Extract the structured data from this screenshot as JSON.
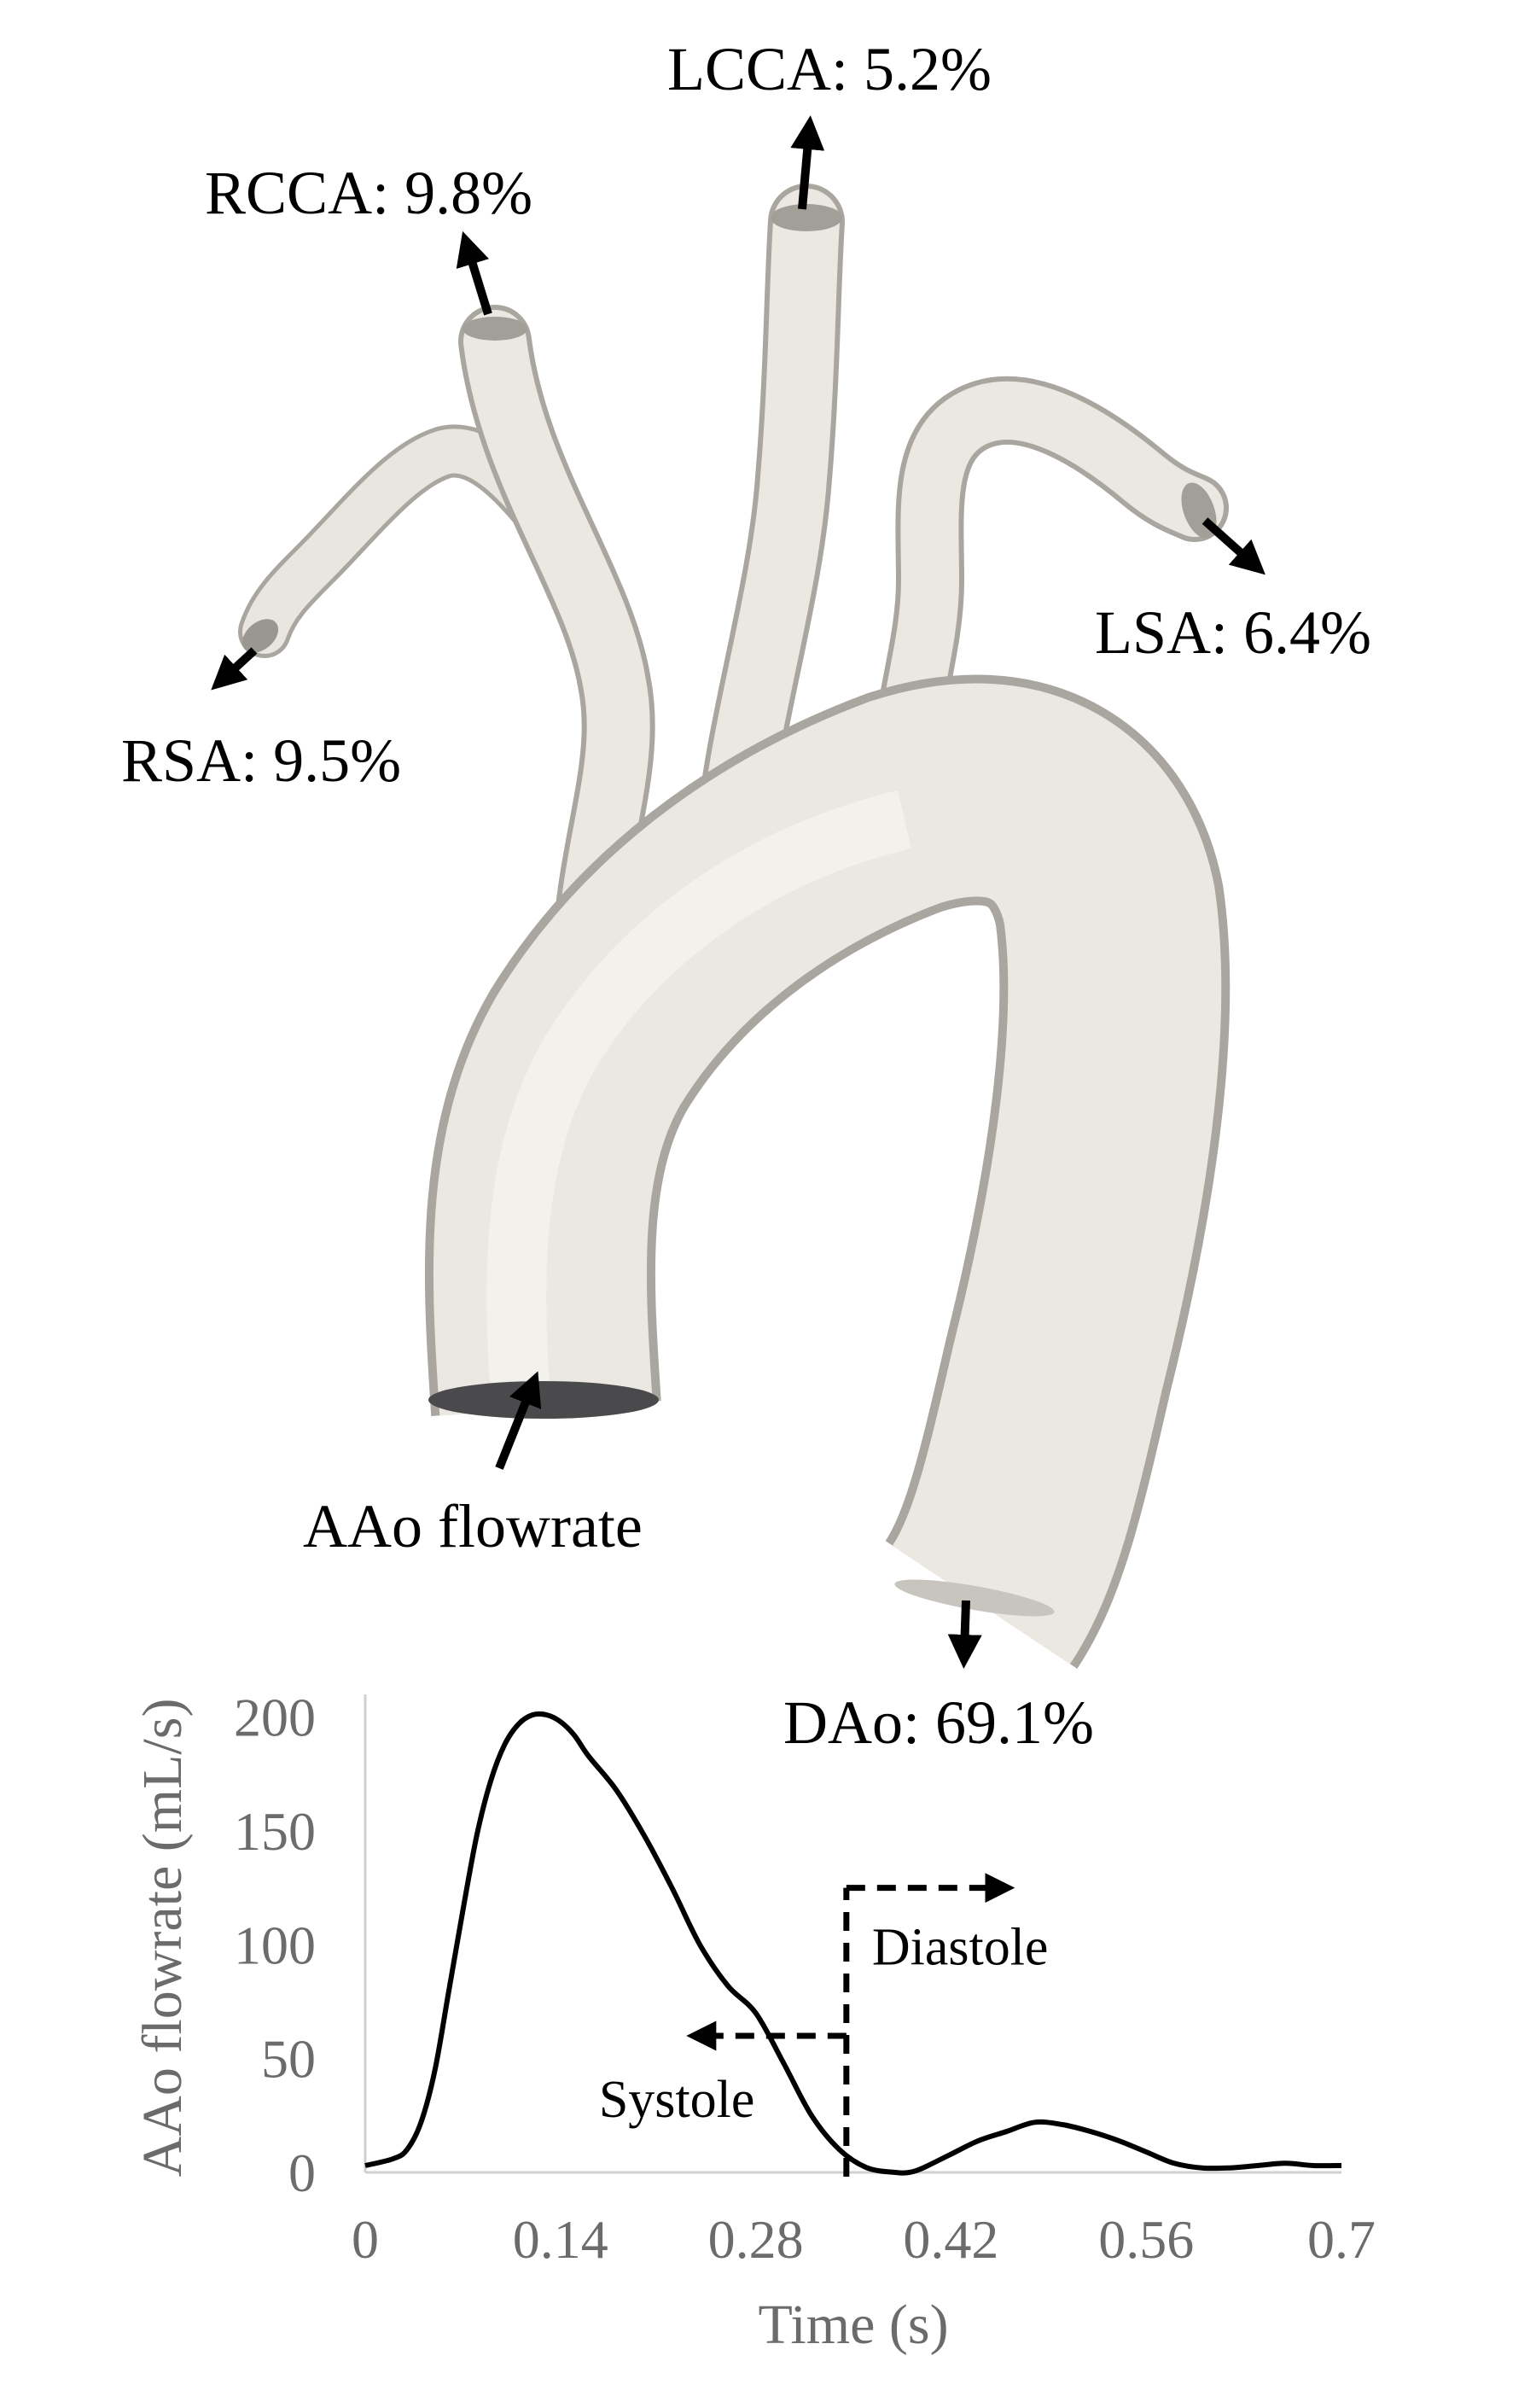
{
  "outlets": {
    "lcca": "LCCA: 5.2%",
    "rcca": "RCCA: 9.8%",
    "lsa": "LSA: 6.4%",
    "rsa": "RSA: 9.5%",
    "dao": "DAo: 69.1%",
    "inlet": "AAo flowrate"
  },
  "colors": {
    "vessel": "#ebe8e2",
    "vessel_shadow": "#a9a6a0",
    "ink": "#000000",
    "axis_text": "#6b6b6b"
  },
  "chart_data": {
    "type": "line",
    "xlabel": "Time (s)",
    "ylabel": "AAo flowrate (mL/s)",
    "xlim": [
      0,
      0.7
    ],
    "ylim": [
      0,
      210
    ],
    "x_ticks": [
      "0",
      "0.14",
      "0.28",
      "0.42",
      "0.56",
      "0.7"
    ],
    "y_ticks": [
      "0",
      "50",
      "100",
      "150",
      "200"
    ],
    "grid": false,
    "series": [
      {
        "x": [
          0,
          0.02,
          0.03,
          0.04,
          0.05,
          0.06,
          0.07,
          0.08,
          0.09,
          0.1,
          0.11,
          0.12,
          0.13,
          0.14,
          0.15,
          0.16,
          0.18,
          0.2,
          0.22,
          0.24,
          0.26,
          0.28,
          0.3,
          0.32,
          0.34,
          0.36,
          0.38,
          0.39,
          0.4,
          0.42,
          0.44,
          0.46,
          0.48,
          0.5,
          0.52,
          0.54,
          0.56,
          0.58,
          0.6,
          0.62,
          0.64,
          0.66,
          0.68,
          0.7
        ],
        "y": [
          3,
          6,
          10,
          22,
          45,
          80,
          115,
          148,
          172,
          188,
          197,
          201,
          201,
          198,
          192,
          183,
          168,
          148,
          125,
          100,
          82,
          70,
          48,
          25,
          10,
          2,
          0,
          0,
          2,
          8,
          14,
          18,
          22,
          21,
          18,
          14,
          9,
          4,
          2,
          2,
          3,
          4,
          3,
          3
        ]
      }
    ],
    "annotations": {
      "diastole": "Diastole",
      "systole": "Systole"
    },
    "boundary_x": 0.345
  }
}
